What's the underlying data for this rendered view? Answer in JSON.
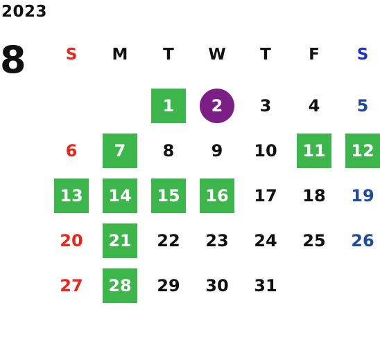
{
  "calendar": {
    "year": "2023",
    "month": "8",
    "weekdays": [
      "S",
      "M",
      "T",
      "W",
      "T",
      "F",
      "S"
    ],
    "colors": {
      "highlight": "#3cb54b",
      "today": "#7b1f86",
      "sunday": "#e8261c",
      "saturday_header": "#1b32c9",
      "saturday": "#1f4a9b"
    },
    "weeks": [
      [
        {
          "day": "",
          "style": "empty"
        },
        {
          "day": "",
          "style": "empty"
        },
        {
          "day": "1",
          "style": "highlight"
        },
        {
          "day": "2",
          "style": "today"
        },
        {
          "day": "3",
          "style": "normal"
        },
        {
          "day": "4",
          "style": "normal"
        },
        {
          "day": "5",
          "style": "saturday"
        }
      ],
      [
        {
          "day": "6",
          "style": "sunday"
        },
        {
          "day": "7",
          "style": "highlight"
        },
        {
          "day": "8",
          "style": "normal"
        },
        {
          "day": "9",
          "style": "normal"
        },
        {
          "day": "10",
          "style": "normal"
        },
        {
          "day": "11",
          "style": "highlight"
        },
        {
          "day": "12",
          "style": "highlight"
        }
      ],
      [
        {
          "day": "13",
          "style": "highlight"
        },
        {
          "day": "14",
          "style": "highlight"
        },
        {
          "day": "15",
          "style": "highlight"
        },
        {
          "day": "16",
          "style": "highlight"
        },
        {
          "day": "17",
          "style": "normal"
        },
        {
          "day": "18",
          "style": "normal"
        },
        {
          "day": "19",
          "style": "saturday"
        }
      ],
      [
        {
          "day": "20",
          "style": "sunday"
        },
        {
          "day": "21",
          "style": "highlight"
        },
        {
          "day": "22",
          "style": "normal"
        },
        {
          "day": "23",
          "style": "normal"
        },
        {
          "day": "24",
          "style": "normal"
        },
        {
          "day": "25",
          "style": "normal"
        },
        {
          "day": "26",
          "style": "saturday"
        }
      ],
      [
        {
          "day": "27",
          "style": "sunday"
        },
        {
          "day": "28",
          "style": "highlight"
        },
        {
          "day": "29",
          "style": "normal"
        },
        {
          "day": "30",
          "style": "normal"
        },
        {
          "day": "31",
          "style": "normal"
        },
        {
          "day": "",
          "style": "empty"
        },
        {
          "day": "",
          "style": "empty"
        }
      ]
    ]
  }
}
